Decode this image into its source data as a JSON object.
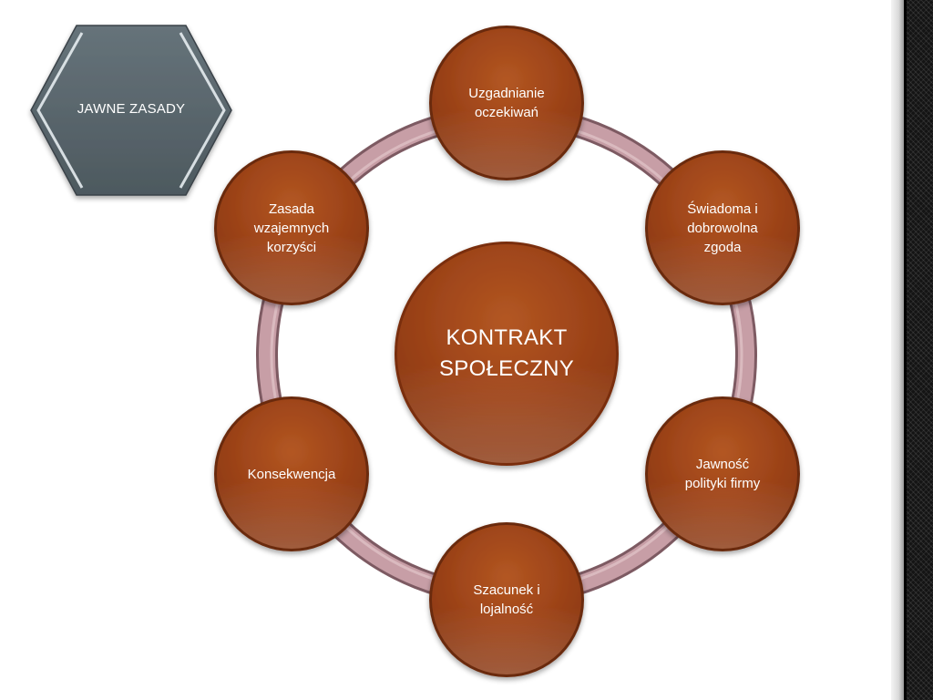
{
  "slide": {
    "tag_label": "JAWNE ZASADY",
    "center_label": "KONTRAKT\nSPOŁECZNY",
    "nodes": [
      {
        "label": "Uzgadnianie\noczekiwań"
      },
      {
        "label": "Świadoma i\ndobrowolna\nzgoda"
      },
      {
        "label": "Jawność\npolityki firmy"
      },
      {
        "label": "Szacunek  i\nlojalność"
      },
      {
        "label": "Konsekwencja"
      },
      {
        "label": "Zasada\nwzajemnych\nkorzyści"
      }
    ]
  },
  "colors": {
    "node_fill": "#a0471a",
    "node_border": "#6b2a0c",
    "ring": "#b98d96",
    "hexagon_fill": "#56636a",
    "text": "#ffffff"
  }
}
